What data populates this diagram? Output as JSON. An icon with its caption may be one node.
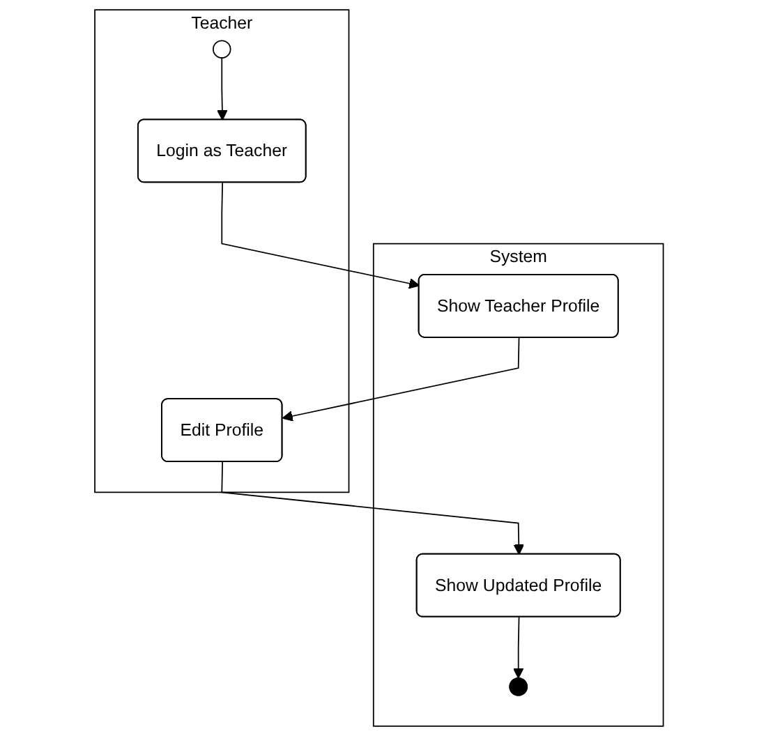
{
  "diagram": {
    "nodes": [
      {
        "text": [
          "System"
        ]
      },
      {
        "text": [
          "Teacher"
        ]
      },
      {
        "text": [],
        "shape": "circle",
        "in": 1
      },
      {
        "text": [
          "Login as Teacher"
        ],
        "in": 1
      },
      {
        "text": [
          "Show Teacher Profile"
        ],
        "in": 0
      },
      {
        "text": [
          "Edit Profile"
        ],
        "in": 1
      },
      {
        "text": [
          "Show Updated Profile"
        ],
        "in": 0
      },
      {
        "text": [],
        "shape": "circle",
        "in": 0
      }
    ],
    "edges": [
      {
        "from": 2,
        "to": 3,
        "arrow": "to"
      },
      {
        "from": 3,
        "to": 4,
        "arrow": "to"
      },
      {
        "from": 4,
        "to": 5,
        "arrow": "to"
      },
      {
        "from": 5,
        "to": 6,
        "arrow": "to"
      },
      {
        "from": 6,
        "to": 7,
        "arrow": "to"
      }
    ]
  }
}
